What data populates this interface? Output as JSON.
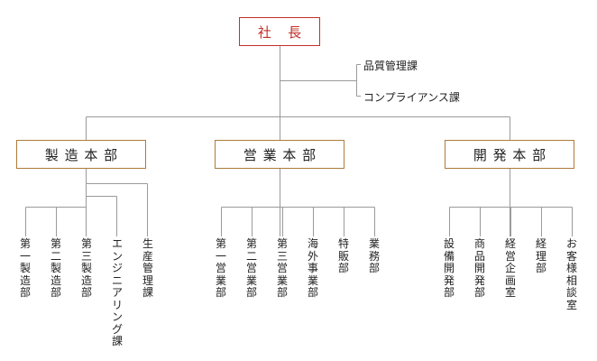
{
  "president": "社 長",
  "staff": [
    "品質管理課",
    "コンプライアンス課"
  ],
  "divisions": [
    {
      "name": "製造本部",
      "depts": [
        "第一製造部",
        "第二製造部",
        "第三製造部",
        "エンジニアリング課",
        "生産管理課"
      ]
    },
    {
      "name": "営業本部",
      "depts": [
        "第一営業部",
        "第二営業部",
        "第三営業部",
        "海外事業部",
        "特販部",
        "業務部"
      ]
    },
    {
      "name": "開発本部",
      "depts": [
        "設備開発部",
        "商品開発部",
        "経営企画室",
        "経理部",
        "お客様相談室"
      ]
    }
  ],
  "colors": {
    "president_border": "#c0302a",
    "division_border": "#b07a3a",
    "line": "#9a9a9a"
  }
}
